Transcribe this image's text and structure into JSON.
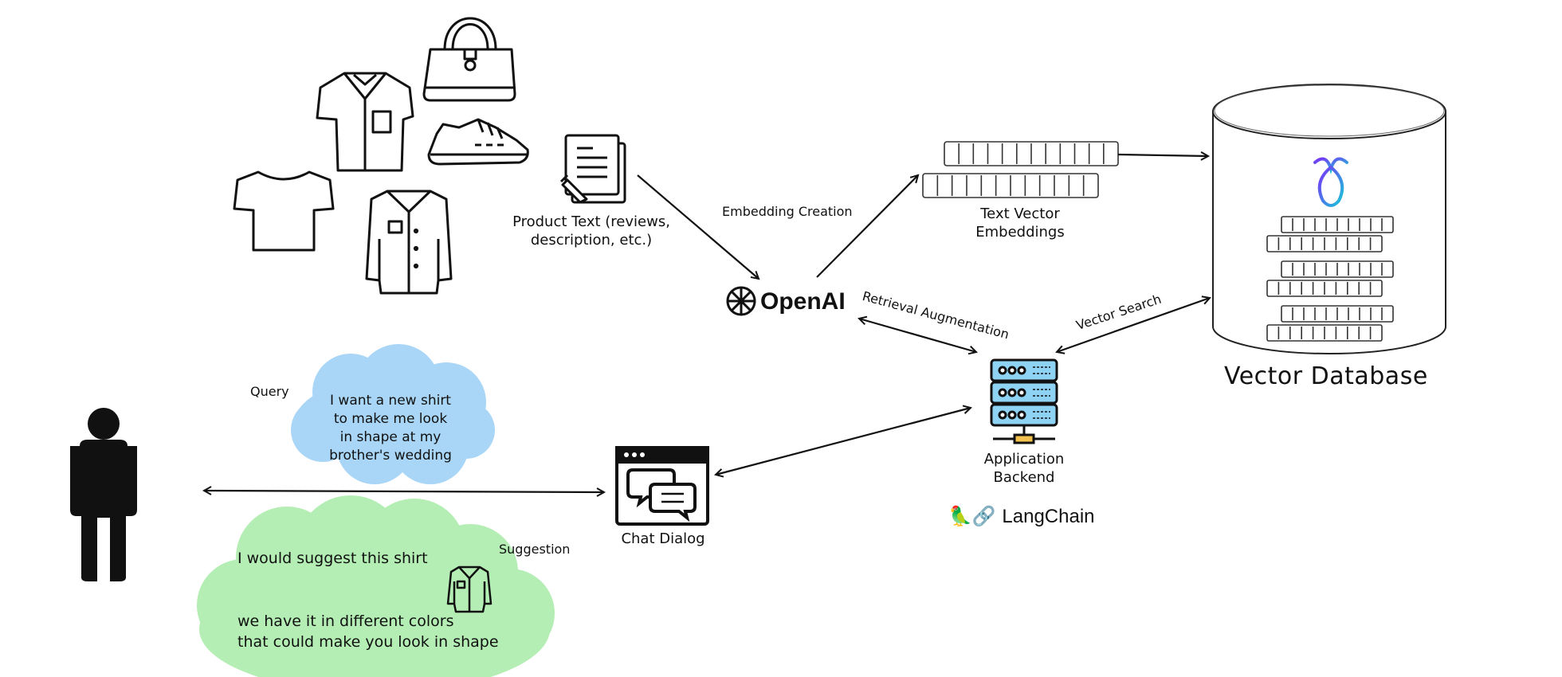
{
  "labels": {
    "product_text_line1": "Product Text (reviews,",
    "product_text_line2": "description, etc.)",
    "embedding_creation": "Embedding Creation",
    "text_vector_line1": "Text Vector",
    "text_vector_line2": "Embeddings",
    "openai": "OpenAI",
    "retrieval_augmentation": "Retrieval Augmentation",
    "vector_search": "Vector Search",
    "vector_database": "Vector Database",
    "app_backend_line1": "Application",
    "app_backend_line2": "Backend",
    "langchain": "LangChain",
    "langchain_emoji": "🦜🔗",
    "chat_dialog": "Chat Dialog",
    "query": "Query",
    "suggestion": "Suggestion"
  },
  "query_bubble": {
    "lines": [
      "I want a new shirt",
      "to make me look",
      "in shape at my",
      "brother's wedding"
    ],
    "color": "#a9d6f7"
  },
  "suggestion_bubble": {
    "line1": "I would suggest this shirt",
    "line2": "we have it in different colors",
    "line3": "that could make you look in shape",
    "color": "#b4eeb4"
  },
  "icons": {
    "clothing": [
      "handbag-icon",
      "shirt-icon",
      "sneaker-icon",
      "tshirt-icon",
      "jacket-icon"
    ],
    "document": "document-icon",
    "server": "server-icon",
    "chat": "chat-window-icon",
    "person": "person-icon",
    "vector_db_logo": "weaviate-logo",
    "openai_logo": "openai-logo"
  },
  "colors": {
    "server_accent": "#8fd3f4",
    "server_base": "#f2c14e",
    "db_logo_gradient": [
      "#7b2ff7",
      "#18c8d8"
    ]
  }
}
